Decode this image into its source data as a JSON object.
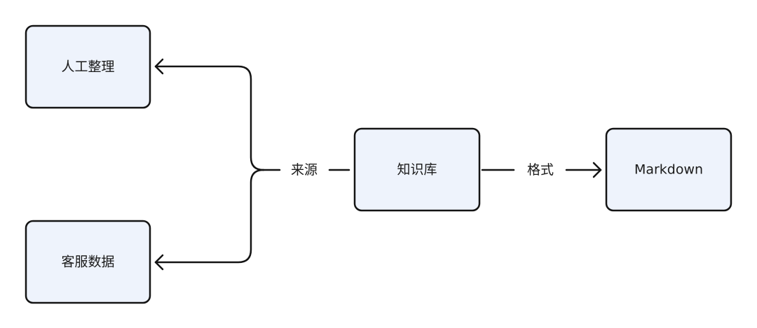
{
  "nodes": {
    "manual": {
      "label": "人工整理"
    },
    "customer_service": {
      "label": "客服数据"
    },
    "knowledge_base": {
      "label": "知识库"
    },
    "markdown": {
      "label": "Markdown"
    }
  },
  "edges": {
    "source": {
      "label": "来源"
    },
    "format": {
      "label": "格式"
    }
  },
  "colors": {
    "node_fill": "#eef3fc",
    "stroke": "#141414",
    "text": "#1a1a1a",
    "background": "#ffffff"
  }
}
